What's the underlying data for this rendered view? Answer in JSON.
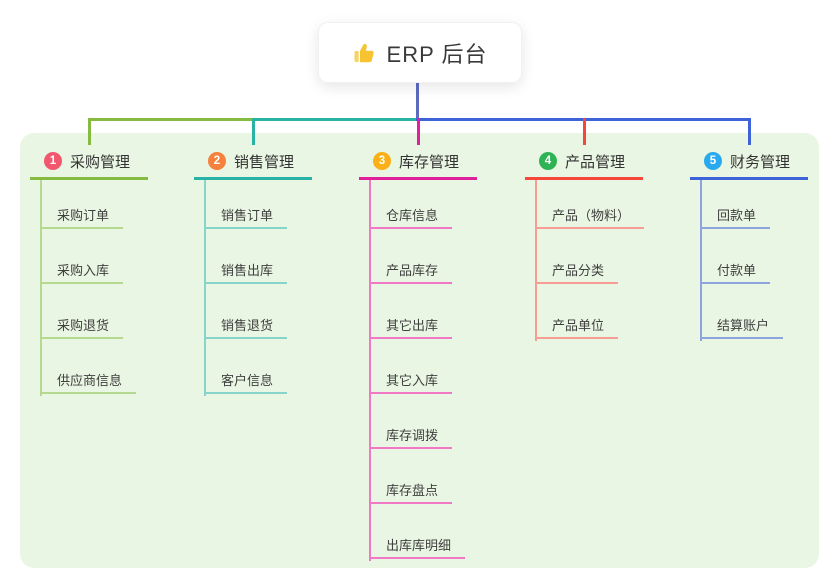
{
  "root": {
    "title": "ERP 后台",
    "icon": "thumbs-up"
  },
  "panel_color": "#e9f6e3",
  "connector_colors": {
    "stem": "#5c6bc0"
  },
  "branches": [
    {
      "index": "1",
      "label": "采购管理",
      "badge_color": "#f1586e",
      "line_color": "#85bb41",
      "child_line_color": "#b5d98f",
      "children": [
        "采购订单",
        "采购入库",
        "采购退货",
        "供应商信息"
      ]
    },
    {
      "index": "2",
      "label": "销售管理",
      "badge_color": "#f5813c",
      "line_color": "#28b3a6",
      "child_line_color": "#87d4ca",
      "children": [
        "销售订单",
        "销售出库",
        "销售退货",
        "客户信息"
      ]
    },
    {
      "index": "3",
      "label": "库存管理",
      "badge_color": "#fbb017",
      "line_color": "#e0219b",
      "child_line_color": "#f078c4",
      "children": [
        "仓库信息",
        "产品库存",
        "其它出库",
        "其它入库",
        "库存调拨",
        "库存盘点",
        "出库库明细"
      ]
    },
    {
      "index": "4",
      "label": "产品管理",
      "badge_color": "#2eb354",
      "line_color": "#f5483b",
      "child_line_color": "#f79d93",
      "children": [
        "产品（物料）",
        "产品分类",
        "产品单位"
      ]
    },
    {
      "index": "5",
      "label": "财务管理",
      "badge_color": "#29aaee",
      "line_color": "#3e63d8",
      "child_line_color": "#8da4de",
      "children": [
        "回款单",
        "付款单",
        "结算账户"
      ]
    }
  ]
}
